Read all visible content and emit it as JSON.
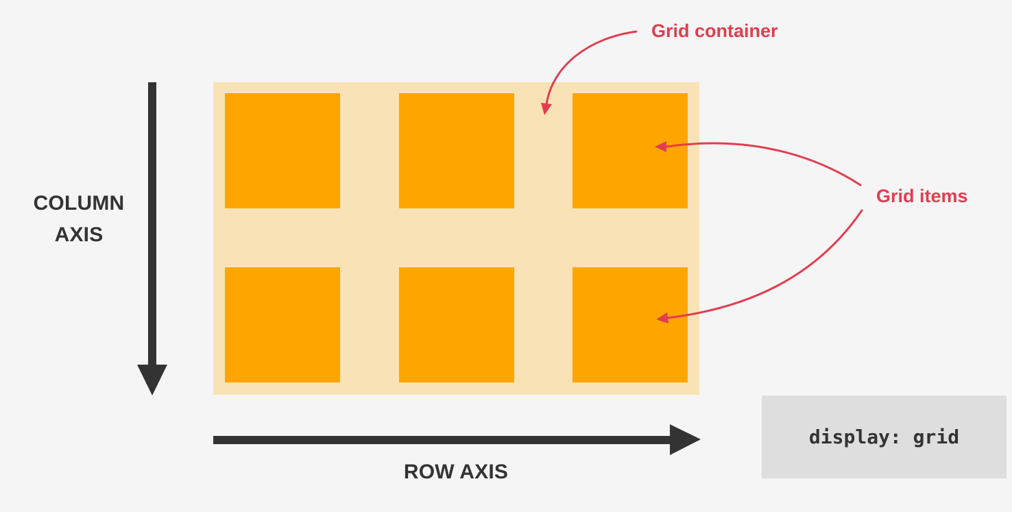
{
  "axes": {
    "column_axis_label": "COLUMN\nAXIS",
    "row_axis_label": "ROW AXIS"
  },
  "annotations": {
    "grid_container": "Grid container",
    "grid_items": "Grid items"
  },
  "code": {
    "text": "display: grid"
  },
  "grid": {
    "rows": 2,
    "columns": 3
  },
  "colors": {
    "background": "#f5f5f5",
    "container": "#f9e3b6",
    "item": "#ffa500",
    "annotation": "#e23d50",
    "axis": "#333333",
    "code_box": "#dedede"
  }
}
